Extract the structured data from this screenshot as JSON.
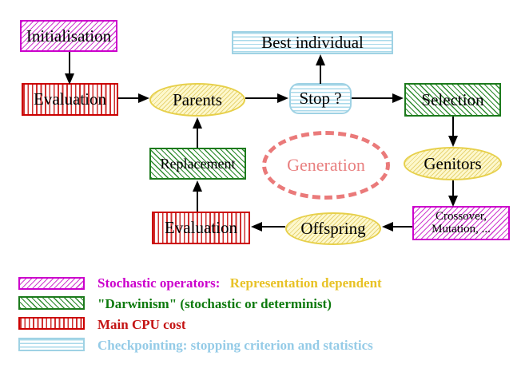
{
  "nodes": {
    "initialisation": "Initialisation",
    "evaluation_top": "Evaluation",
    "parents": "Parents",
    "best_individual": "Best individual",
    "stop": "Stop ?",
    "selection": "Selection",
    "replacement": "Replacement",
    "generation": "Generation",
    "genitors": "Genitors",
    "evaluation_bottom": "Evaluation",
    "offspring": "Offspring",
    "crossover_line1": "Crossover,",
    "crossover_line2": "Mutation, ..."
  },
  "edges": [
    {
      "from": "Initialisation",
      "to": "Evaluation"
    },
    {
      "from": "Evaluation",
      "to": "Parents"
    },
    {
      "from": "Parents",
      "to": "Stop ?"
    },
    {
      "from": "Stop ?",
      "to": "Best individual"
    },
    {
      "from": "Stop ?",
      "to": "Selection"
    },
    {
      "from": "Selection",
      "to": "Genitors"
    },
    {
      "from": "Genitors",
      "to": "Crossover, Mutation, ..."
    },
    {
      "from": "Crossover, Mutation, ...",
      "to": "Offspring"
    },
    {
      "from": "Offspring",
      "to": "Evaluation"
    },
    {
      "from": "Evaluation",
      "to": "Replacement"
    },
    {
      "from": "Replacement",
      "to": "Parents"
    }
  ],
  "legend": {
    "items": [
      {
        "swatch": "magenta-diagonal-hatch-swatch",
        "label": "Stochastic operators:",
        "label2": "Representation dependent"
      },
      {
        "swatch": "green-diagonal-hatch-swatch",
        "label": "\"Darwinism\" (stochastic or determinist)",
        "label2": ""
      },
      {
        "swatch": "red-vertical-stripes-swatch",
        "label": "Main CPU cost",
        "label2": ""
      },
      {
        "swatch": "cyan-horizontal-stripes-swatch",
        "label": "Checkpointing: stopping criterion and statistics",
        "label2": ""
      }
    ]
  },
  "colors": {
    "magenta": "#cc00cc",
    "green_border": "#1c7a1c",
    "green_text": "#0e7a0e",
    "red": "#cc0000",
    "cyan_line": "#a9d9ea",
    "cyan_text": "#94cbe7",
    "gold_text": "#e8c226",
    "yellow_fill": "#fdf8cd",
    "yellow_border": "#e7d04a",
    "salmon": "#ea7a7a",
    "arrow": "#000000"
  }
}
